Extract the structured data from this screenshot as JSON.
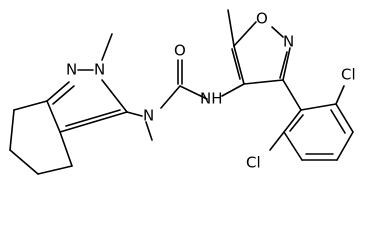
{
  "molecule": {
    "atom_labels": {
      "oxygen_urea": "O",
      "nitrogen_oxazole": "N",
      "oxygen_oxazole": "O",
      "nh": "NH",
      "n_urea_methyl": "N",
      "n_pyrazole_methyl": "N",
      "n_pyrazole_ring": "N",
      "chlorine_top": "Cl",
      "chlorine_bottom": "Cl"
    }
  }
}
